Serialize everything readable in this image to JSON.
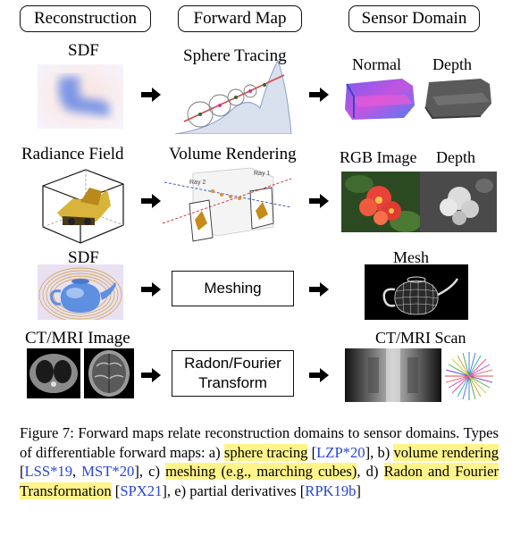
{
  "headers": {
    "reconstruction": "Reconstruction",
    "forward_map": "Forward Map",
    "sensor_domain": "Sensor Domain"
  },
  "rows": [
    {
      "recon_label": "SDF",
      "map_label": "Sphere Tracing",
      "sensor_labels": [
        "Normal",
        "Depth"
      ]
    },
    {
      "recon_label": "Radiance Field",
      "map_label": "Volume Rendering",
      "map_annotations": [
        "Ray 1",
        "Ray 2"
      ],
      "sensor_labels": [
        "RGB Image",
        "Depth"
      ]
    },
    {
      "recon_label": "SDF",
      "map_box": "Meshing",
      "sensor_labels": [
        "Mesh"
      ]
    },
    {
      "recon_label": "CT/MRI Image",
      "map_box_lines": [
        "Radon/Fourier",
        "Transform"
      ],
      "sensor_labels": [
        "CT/MRI Scan"
      ]
    }
  ],
  "caption": {
    "fig": "Figure 7:",
    "t1": " Forward maps relate reconstruction domains to sensor domains. Types of differentiable forward maps: a) ",
    "h1": "sphere tracing",
    "t2": " [",
    "c1": "LZP*20",
    "t3": "], b) ",
    "h2": "volume rendering",
    "t4": " [",
    "c2": "LSS*19",
    "t5": ", ",
    "c3": "MST*20",
    "t6": "], c) ",
    "h3": "meshing (e.g., marching cubes)",
    "t7": ", d) ",
    "h4": "Radon and Fourier Transformation",
    "t8": " [",
    "c4": "SPX21",
    "t9": "], e) partial derivatives [",
    "c5": "RPK19b",
    "t10": "]"
  },
  "colors": {
    "highlight": "#fff48a",
    "citation": "#2645d6"
  }
}
